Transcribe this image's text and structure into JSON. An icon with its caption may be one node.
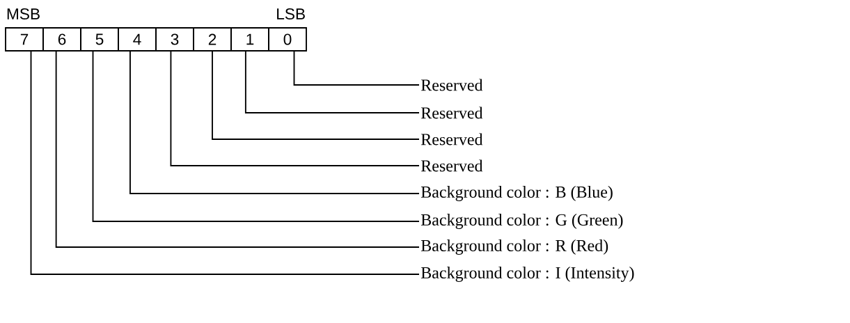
{
  "diagram": {
    "nodes": [
      {
        "text": [
          "7"
        ]
      },
      {
        "text": [
          "6"
        ]
      },
      {
        "text": [
          "5"
        ]
      },
      {
        "text": [
          "4"
        ]
      },
      {
        "text": [
          "3"
        ]
      },
      {
        "text": [
          "2"
        ]
      },
      {
        "text": [
          "1"
        ]
      },
      {
        "text": [
          "0"
        ]
      },
      {
        "text": [
          "Reserved"
        ]
      },
      {
        "text": [
          "Reserved"
        ]
      },
      {
        "text": [
          "Reserved"
        ]
      },
      {
        "text": [
          "Reserved"
        ]
      },
      {
        "text": [
          "Background color : B (Blue)"
        ]
      },
      {
        "text": [
          "Background color : G (Green)"
        ]
      },
      {
        "text": [
          "Background color : R (Red)"
        ]
      },
      {
        "text": [
          "Background color : I (Intensity)"
        ]
      }
    ],
    "edges": [
      {
        "from": 7,
        "to": 8,
        "arrow": "none"
      },
      {
        "from": 6,
        "to": 9,
        "arrow": "none"
      },
      {
        "from": 5,
        "to": 10,
        "arrow": "none"
      },
      {
        "from": 4,
        "to": 11,
        "arrow": "none"
      },
      {
        "from": 3,
        "to": 12,
        "arrow": "none"
      },
      {
        "from": 2,
        "to": 13,
        "arrow": "none"
      },
      {
        "from": 1,
        "to": 14,
        "arrow": "none"
      },
      {
        "from": 0,
        "to": 15,
        "arrow": "none"
      }
    ],
    "labels": [
      "MSB",
      "LSB"
    ]
  }
}
